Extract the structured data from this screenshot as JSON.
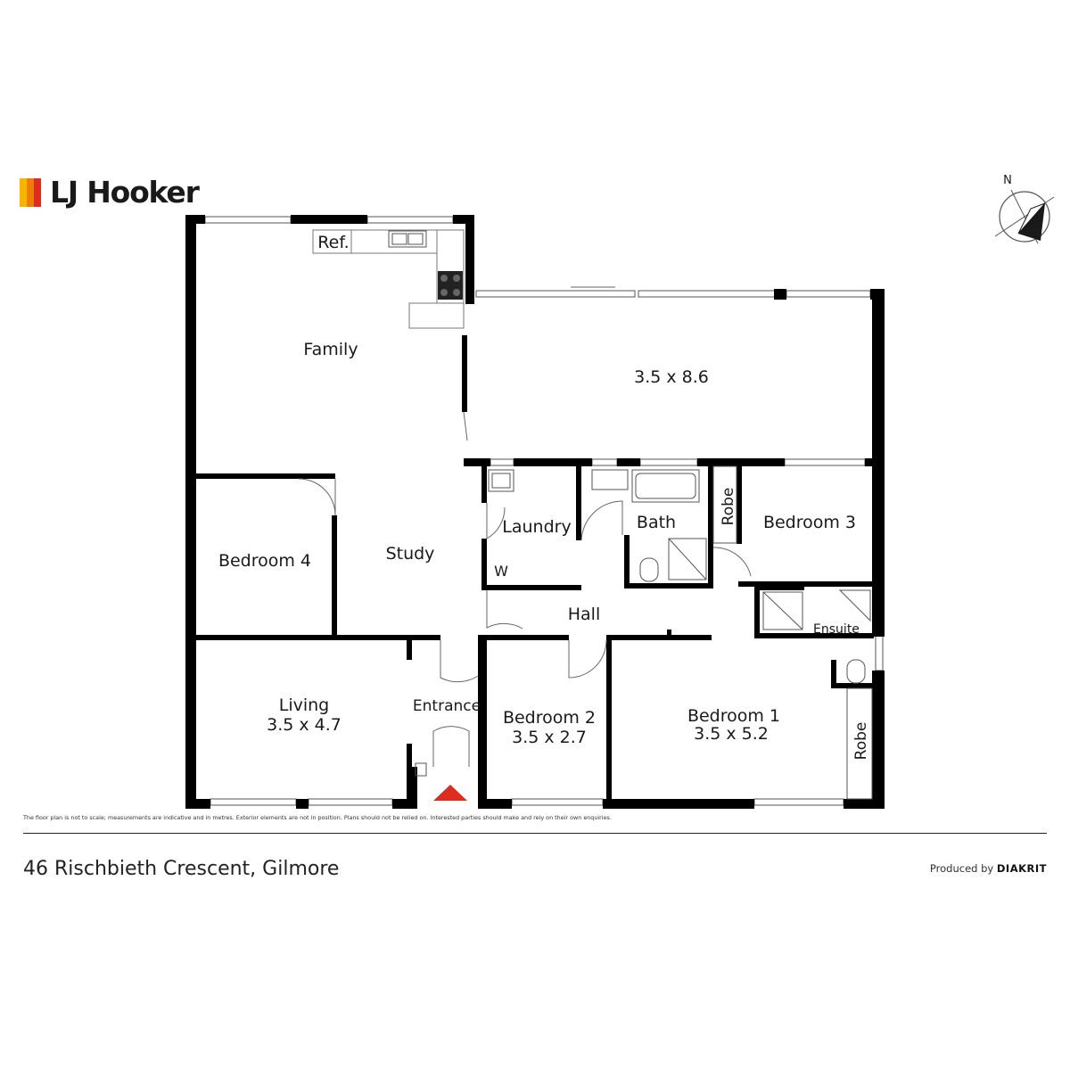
{
  "brand": {
    "name": "LJ Hooker",
    "colors": [
      "#f5b400",
      "#f07d00",
      "#e02b20"
    ]
  },
  "compass": {
    "label": "N"
  },
  "rooms": {
    "family": "Family",
    "main_room_dims": "3.5 x 8.6",
    "ref": "Ref.",
    "bedroom4": "Bedroom 4",
    "study": "Study",
    "laundry": "Laundry",
    "laundry_w": "W",
    "bath": "Bath",
    "robe_bed3": "Robe",
    "bedroom3": "Bedroom 3",
    "hall": "Hall",
    "ensuite": "Ensuite",
    "living": "Living",
    "living_dims": "3.5 x 4.7",
    "entrance": "Entrance",
    "bedroom2": "Bedroom 2",
    "bedroom2_dims": "3.5 x 2.7",
    "bedroom1": "Bedroom 1",
    "bedroom1_dims": "3.5 x 5.2",
    "robe_bed1": "Robe"
  },
  "entry_marker_color": "#e02b20",
  "footer": {
    "disclaimer": "The floor plan is not to scale; measurements are indicative and in metres. Exterior elements are not in position. Plans should not be relied on. Interested parties should make and rely on their own enquiries.",
    "address": "46 Rischbieth Crescent, Gilmore",
    "producer_prefix": "Produced by",
    "producer_name": "DIAKRIT"
  }
}
